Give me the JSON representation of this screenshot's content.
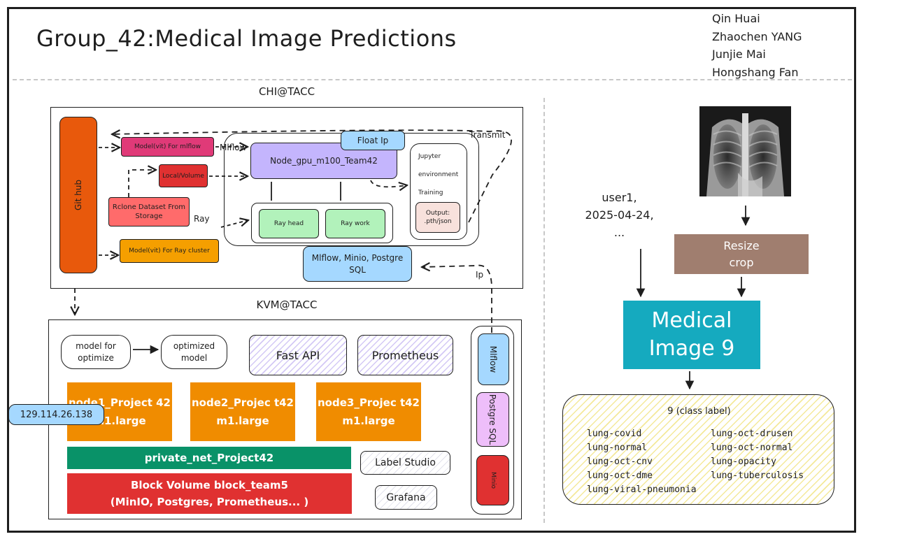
{
  "title": "Group_42:Medical Image Predictions",
  "authors": [
    "Qin Huai",
    "Zhaochen YANG",
    "Junjie Mai",
    "Hongshang Fan"
  ],
  "chi": {
    "label": "CHI@TACC",
    "github": "Git hub",
    "model_mlflow": "Model(vit) For mlflow",
    "local_volume": "Local/Volume",
    "rclone": "Rclone Dataset From Storage",
    "model_ray": "Model(vit) For Ray cluster",
    "edge_mlflow": "Mlflow",
    "edge_ray": "Ray",
    "edge_transmit": "Transmit",
    "edge_ip": "Ip",
    "node_gpu": "Node_gpu_m100_Team42",
    "float_ip": "Float Ip",
    "ray_head": "Ray head",
    "ray_work": "Ray work",
    "jupyter": [
      "Jupyter",
      "environment",
      "Training"
    ],
    "output": "Output: .pth/json",
    "services": "Mlflow, Minio, Postgre SQL"
  },
  "kvm": {
    "label": "KVM@TACC",
    "model_optimize": "model for optimize",
    "optimized_model": "optimized model",
    "fast_api": "Fast API",
    "prometheus": "Prometheus",
    "node1": "node1_Project 42 m1.large",
    "node2": "node2_Projec t42 m1.large",
    "node3": "node3_Projec t42 m1.large",
    "ip_address": "129.114.26.138",
    "private_net": "private_net_Project42",
    "block_volume_line1": "Block Volume block_team5",
    "block_volume_line2": "(MinIO, Postgres, Prometheus... )",
    "label_studio": "Label Studio",
    "grafana": "Grafana",
    "side_mlflow": "Mlflow",
    "side_postgre": "Postgre SQL",
    "side_minio": "Minio"
  },
  "pipeline": {
    "user_info": [
      "user1,",
      "2025-04-24,",
      "..."
    ],
    "resize": [
      "Resize",
      "crop"
    ],
    "model": [
      "Medical",
      "Image 9"
    ],
    "output_title": "9 (class label)",
    "labels_left": [
      "lung-covid",
      "lung-normal",
      "lung-oct-cnv",
      "lung-oct-dme",
      "lung-viral-pneumonia"
    ],
    "labels_right": [
      "lung-oct-drusen",
      "lung-oct-normal",
      "lung-opacity",
      "lung-tuberculosis"
    ]
  },
  "colors": {
    "github": "#e8590c",
    "pink": "#e03a78",
    "red": "#e03131",
    "coral": "#ff6b6b",
    "orange": "#f59f00",
    "lavender": "#c4b5fd",
    "light_blue": "#a5d8ff",
    "mint": "#b2f2bb",
    "peach": "#f8e1dc",
    "node_orange": "#f08c00",
    "green": "#099268",
    "teal": "#15aabf",
    "brown": "#a07e6f",
    "pinkviolet": "#eebefa"
  },
  "icons": [
    "chest-xray-image"
  ]
}
